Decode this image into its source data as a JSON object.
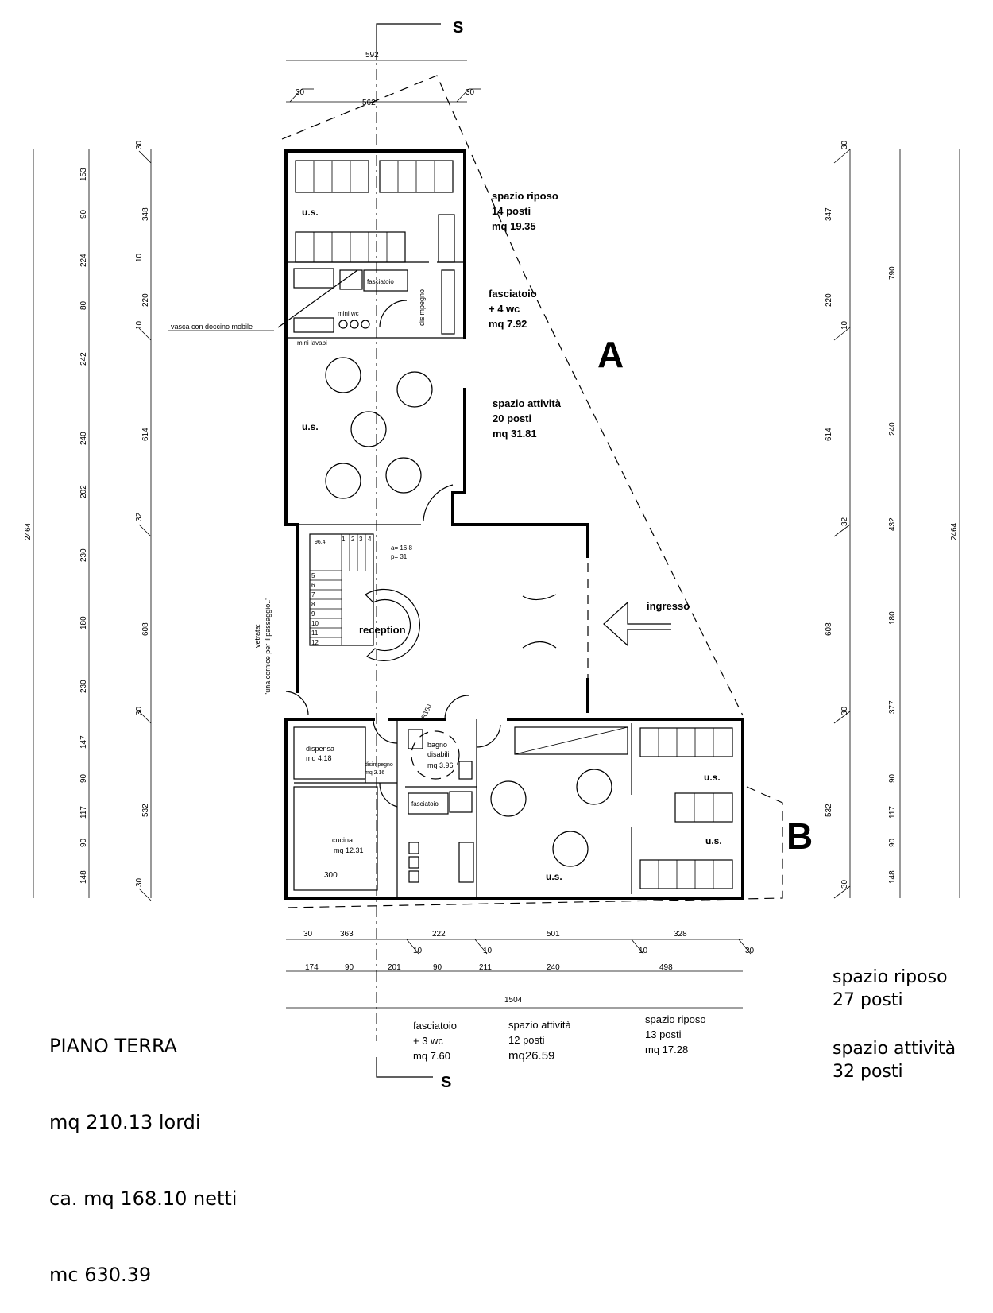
{
  "section_mark": "S",
  "zones": {
    "a": "A",
    "b": "B"
  },
  "rooms": {
    "riposo1": {
      "name": "spazio riposo",
      "seats": "14 posti",
      "area": "mq 19.35"
    },
    "fasciatoio1": {
      "name": "fasciatoio",
      "sub": "+ 4 wc",
      "area": "mq 7.92"
    },
    "attivita1": {
      "name": "spazio attività",
      "seats": "20 posti",
      "area": "mq 31.81"
    },
    "ingresso": "ingresso",
    "reception": "reception",
    "disimpegno_top": "disimpegno",
    "dispensa": {
      "name": "dispensa",
      "area": "mq 4.18"
    },
    "disimpegno2": {
      "name": "disimpegno",
      "area": "mq 2.16"
    },
    "bagno": {
      "name": "bagno",
      "sub": "disabili",
      "area": "mq 3.96"
    },
    "cucina": {
      "name": "cucina",
      "area": "mq 12.31"
    }
  },
  "labels": {
    "us": "u.s.",
    "vasca": "vasca con doccino mobile",
    "mini_wc": "mini wc",
    "mini_lavabi": "mini lavabi",
    "fasciatoio_box": "fasciatoio",
    "vetrata_1": "vetrata:",
    "vetrata_2": "\"una cornice per il passaggio..\"",
    "stair_calc_a": "a= 16.8",
    "stair_calc_p": "p= 31",
    "stair_level": "96.4",
    "dim_300": "300",
    "door_radius": "R150"
  },
  "stair_steps": [
    "1",
    "2",
    "3",
    "4",
    "5",
    "6",
    "7",
    "8",
    "9",
    "10",
    "11",
    "12"
  ],
  "dimensions": {
    "top": [
      "592",
      "562",
      "30",
      "30"
    ],
    "left_chain": [
      "153",
      "90",
      "224",
      "80",
      "242",
      "240",
      "202",
      "230",
      "180",
      "230",
      "147",
      "90",
      "117",
      "90",
      "148"
    ],
    "left_chain2": [
      "30",
      "348",
      "10",
      "220",
      "10",
      "614",
      "32",
      "608",
      "30",
      "532",
      "30"
    ],
    "left_total": "2464",
    "right_chain": [
      "30",
      "347",
      "220",
      "10",
      "614",
      "32",
      "608",
      "30",
      "377",
      "532",
      "30"
    ],
    "right_chain2": [
      "790",
      "240",
      "432",
      "180",
      "90",
      "117",
      "90",
      "148"
    ],
    "right_total": "2464",
    "bottom_row1": [
      "30",
      "363",
      "222",
      "501",
      "328"
    ],
    "bottom_row1_small": [
      "10",
      "10",
      "10",
      "30"
    ],
    "bottom_row2": [
      "174",
      "90",
      "201",
      "90",
      "211",
      "240",
      "498"
    ],
    "bottom_total": "1504"
  },
  "bottom_rooms": [
    {
      "name": "fasciatoio",
      "sub": "+ 3 wc",
      "area": "mq 7.60"
    },
    {
      "name": "spazio attività",
      "sub": "12 posti",
      "area": "mq26.59"
    },
    {
      "name": "spazio riposo",
      "sub": "13 posti",
      "area": "mq 17.28"
    }
  ],
  "floor_info": {
    "title": "PIANO TERRA",
    "gross": "mq 210.13 lordi",
    "net": "ca. mq 168.10 netti",
    "volume": "mc 630.39"
  },
  "summary": {
    "riposo_title": "spazio riposo",
    "riposo_seats": "27 posti",
    "attivita_title": "spazio attività",
    "attivita_seats": "32 posti"
  }
}
